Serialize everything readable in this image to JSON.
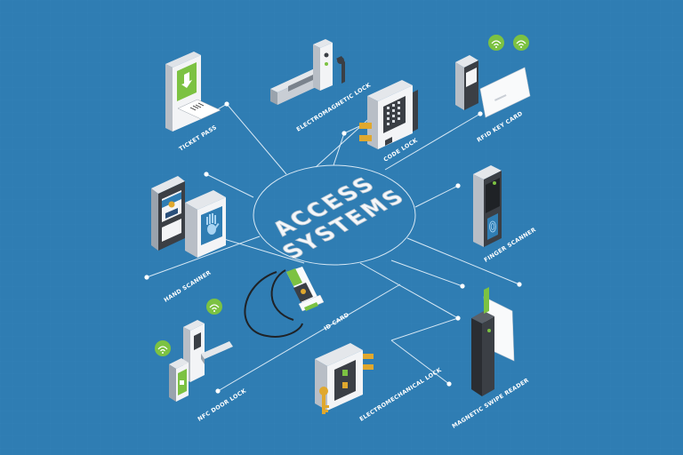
{
  "title": {
    "line1": "ACCESS",
    "line2": "SYSTEMS"
  },
  "colors": {
    "background": "#2f7db3",
    "lines": "#d9e9f5",
    "accent_green": "#7cc242",
    "device_gray": "#3b3f45",
    "device_white": "#f3f4f6",
    "brass": "#e0a82e"
  },
  "labels": {
    "ticket_pass": "TICKET PASS",
    "electromagnetic_lock": "ELECTROMAGNETIC LOCK",
    "code_lock": "CODE LOCK",
    "rfid_key_card": "RFID KEY CARD",
    "finger_scanner": "FINGER SCANNER",
    "hand_scanner": "HAND SCANNER",
    "id_card": "ID CARD",
    "nfc_door_lock": "NFC DOOR LOCK",
    "electromechanical_lock": "ELECTROMECHANICAL LOCK",
    "magnetic_swipe_reader": "MAGNETIC SWIPE READER"
  },
  "icons": [
    "wifi-icon",
    "fingerprint-icon",
    "hand-icon",
    "keypad-icon",
    "key-icon",
    "arrow-down-icon"
  ]
}
